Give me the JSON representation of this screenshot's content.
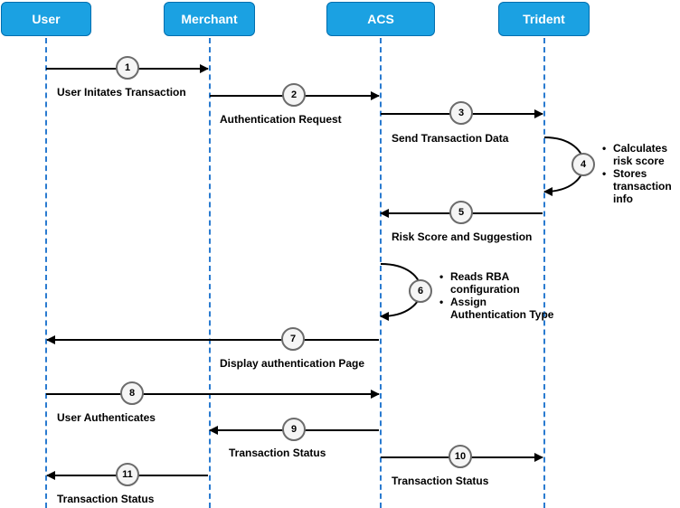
{
  "actors": {
    "user": "User",
    "merchant": "Merchant",
    "acs": "ACS",
    "trident": "Trident"
  },
  "steps": [
    {
      "n": "1",
      "label": "User Initates Transaction"
    },
    {
      "n": "2",
      "label": "Authentication Request"
    },
    {
      "n": "3",
      "label": "Send Transaction Data"
    },
    {
      "n": "4",
      "notes": [
        "Calculates risk score",
        "Stores transaction info"
      ]
    },
    {
      "n": "5",
      "label": "Risk Score and Suggestion"
    },
    {
      "n": "6",
      "notes": [
        "Reads RBA configuration",
        "Assign Authentication Type"
      ]
    },
    {
      "n": "7",
      "label": "Display authentication Page"
    },
    {
      "n": "8",
      "label": "User Authenticates"
    },
    {
      "n": "9",
      "label": "Transaction Status"
    },
    {
      "n": "10",
      "label": "Transaction Status"
    },
    {
      "n": "11",
      "label": "Transaction Status"
    }
  ],
  "colors": {
    "actor_fill": "#1ba1e2",
    "actor_border": "#006eaf",
    "lifeline": "#2a7bd0",
    "arrow": "#000000",
    "step_border": "#6b6b6b",
    "step_fill": "#f5f5f5"
  }
}
